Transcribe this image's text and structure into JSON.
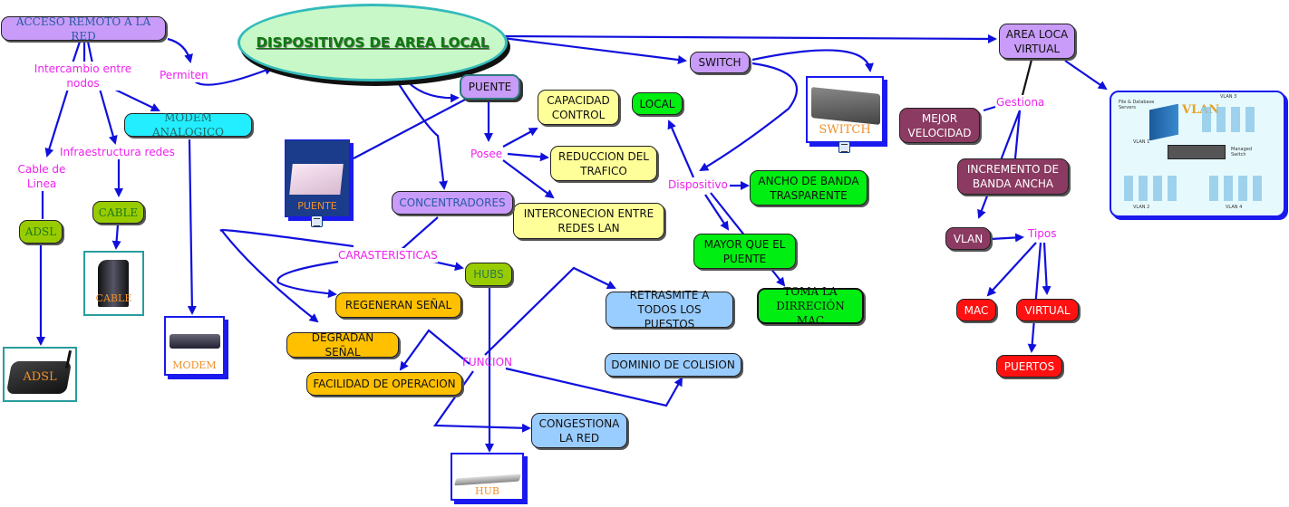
{
  "title": "DISPOSITIVOS DE AREA LOCAL",
  "concepts": {
    "acceso_remoto": "ACCESO REMOTO A LA RED",
    "modem_analogico": "MODEM ANALOGICO",
    "adsl": "ADSL",
    "cable": "CABLE",
    "puente": "PUENTE",
    "concentradores": "CONCENTRADORES",
    "capacidad_control": "CAPACIDAD CONTROL",
    "reduccion_trafico": "REDUCCION DEL TRAFICO",
    "interconexion": "INTERCONECION ENTRE REDES LAN",
    "hubs": "HUBS",
    "regeneran": "REGENERAN SEÑAL",
    "degradan": "DEGRADAN SEÑAL",
    "facilidad": "FACILIDAD DE OPERACION",
    "retrasmite": "RETRASMITE A TODOS LOS PUESTOS",
    "dominio": "DOMINIO DE COLISION",
    "congestiona": "CONGESTIONA LA RED",
    "switch": "SWITCH",
    "local": "LOCAL",
    "ancho_banda": "ANCHO DE BANDA TRASPARENTE",
    "mayor_puente": "MAYOR QUE EL PUENTE",
    "toma_mac": "TOMA LA DIRRECIÓN MAC",
    "area_virtual": "AREA LOCA VIRTUAL",
    "mejor_velocidad": "MEJOR VELOCIDAD",
    "incremento": "INCREMENTO DE BANDA ANCHA",
    "vlan": "VLAN",
    "mac": "MAC",
    "virtual": "VIRTUAL",
    "puertos": "PUERTOS"
  },
  "link_phrases": {
    "intercambio": "Intercambio entre nodos",
    "permiten": "Permiten",
    "infraestructura": "Infraestructura redes",
    "cable_linea": "Cable de Linea",
    "posee": "Posee",
    "carasteristicas": "CARASTERISTICAS",
    "funcion": "FUNCION",
    "dispositivo": "Dispositivo",
    "gestiona": "Gestiona",
    "tipos": "Tipos"
  },
  "images": {
    "adsl": "ADSL",
    "cable": "CABLE",
    "modem": "MODEM",
    "puente": "PUENTE",
    "hub": "HUB",
    "switch": "SWITCH",
    "vlan": "VLAN",
    "vlan_labels": [
      "File & Database Servers",
      "VLAN 1",
      "VLAN 2",
      "Managed Switch",
      "VLAN 3",
      "VLAN 4"
    ]
  },
  "colors": {
    "link": "#1010dd",
    "phrase": "#ee22ee",
    "title_text": "#0f7a0f",
    "title_fill": "#c8f8c8",
    "title_border": "#33bbbb"
  }
}
